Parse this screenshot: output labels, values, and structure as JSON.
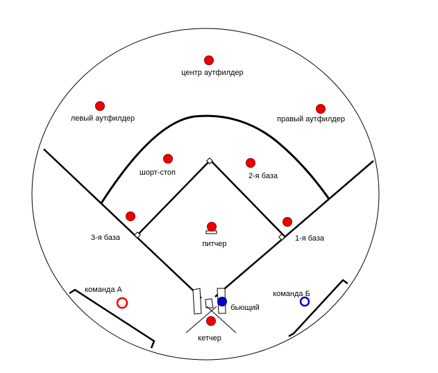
{
  "labels": {
    "center_fielder": "центр аутфилдер",
    "left_fielder": "левый аутфилдер",
    "right_fielder": "правый аутфилдер",
    "shortstop": "шорт-стоп",
    "second_base": "2-я база",
    "third_base": "3-я база",
    "pitcher": "питчер",
    "first_base": "1-я база",
    "team_a": "команда А",
    "team_b": "команда Б",
    "batter": "бьющий",
    "catcher": "кетчер"
  },
  "colors": {
    "fielder": "#ee0000",
    "batter": "#0000cc",
    "team_a": "#ee0000",
    "team_b": "#0000cc",
    "lines": "#000000"
  }
}
